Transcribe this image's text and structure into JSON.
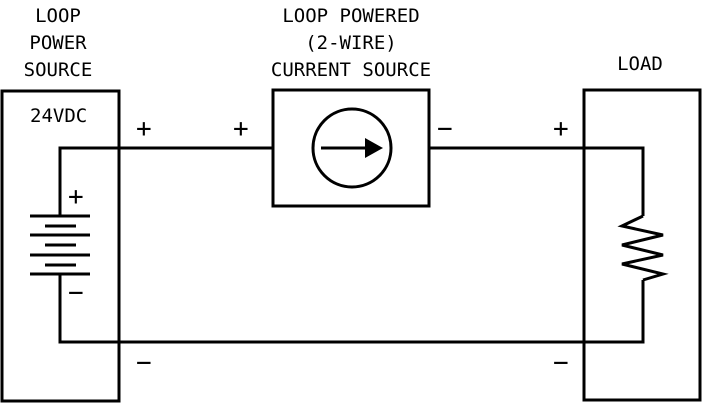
{
  "power_source": {
    "label_lines": [
      "LOOP",
      "POWER",
      "SOURCE"
    ],
    "voltage": "24VDC",
    "battery_plus": "+",
    "battery_minus": "−",
    "terminal_plus": "+",
    "terminal_minus": "−"
  },
  "current_source": {
    "label_lines": [
      "LOOP POWERED",
      "(2-WIRE)",
      "CURRENT SOURCE"
    ],
    "terminal_plus": "+",
    "terminal_minus": "−"
  },
  "load": {
    "label": "LOAD",
    "terminal_plus": "+",
    "terminal_minus": "−"
  },
  "colors": {
    "line": "#000000",
    "background": "#ffffff"
  }
}
